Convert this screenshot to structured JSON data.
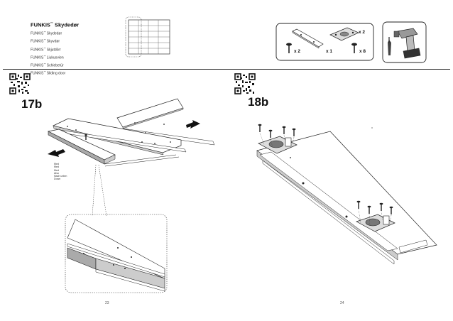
{
  "header": {
    "brand": "FUNKIS",
    "title_suffix": " Skydedør",
    "variants": [
      {
        "brand": "FUNKIS",
        "label": " Skydedør"
      },
      {
        "brand": "FUNKIS",
        "label": " Skyvdør"
      },
      {
        "brand": "FUNKIS",
        "label": " Skjutdörr"
      },
      {
        "brand": "FUNKIS",
        "label": " Liukuovien"
      },
      {
        "brand": "FUNKIS",
        "label": " Schiebetür"
      },
      {
        "brand": "FUNKIS",
        "label": " Sliding door"
      }
    ]
  },
  "parts": {
    "plate_qty": "x 2",
    "screw_qty": "x 2",
    "strip_qty": "x 1",
    "bracket_qty": "x 2",
    "bracket_screw_qty": "x 8"
  },
  "steps": {
    "left_label": "17b",
    "right_label": "18b"
  },
  "caption_lines": [
    "Med",
    "Med",
    "Med",
    "Also",
    "Nach unten",
    "Down"
  ],
  "pages": {
    "left": "23",
    "right": "24"
  },
  "icons": {
    "qr_left": "qr-code-icon",
    "qr_right": "qr-code-icon",
    "drill": "power-drill-icon"
  }
}
